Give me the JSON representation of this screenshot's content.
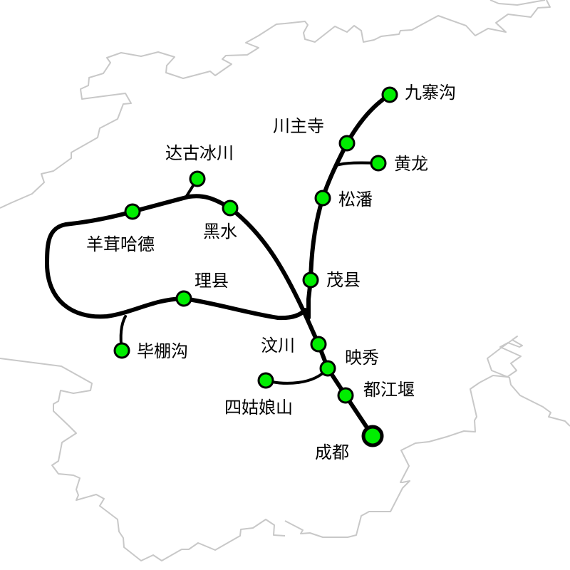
{
  "map": {
    "colors": {
      "station_fill": "#00ee00",
      "station_stroke": "#000000",
      "route": "#000000",
      "border": "#c8c8c8",
      "background": "#ffffff"
    },
    "stations": [
      {
        "id": "jiuzhaigou",
        "name": "九寨沟"
      },
      {
        "id": "chuanzhusi",
        "name": "川主寺"
      },
      {
        "id": "huanglong",
        "name": "黄龙"
      },
      {
        "id": "songpan",
        "name": "松潘"
      },
      {
        "id": "maoxian",
        "name": "茂县"
      },
      {
        "id": "wenchuan",
        "name": "汶川"
      },
      {
        "id": "yingxiu",
        "name": "映秀"
      },
      {
        "id": "dujiangyan",
        "name": "都江堰"
      },
      {
        "id": "chengdu",
        "name": "成都"
      },
      {
        "id": "siguniangshan",
        "name": "四姑娘山"
      },
      {
        "id": "dagubingchuan",
        "name": "达古冰川"
      },
      {
        "id": "heishui",
        "name": "黑水"
      },
      {
        "id": "yangronghade",
        "name": "羊茸哈德"
      },
      {
        "id": "lixian",
        "name": "理县"
      },
      {
        "id": "bipenggou",
        "name": "毕棚沟"
      }
    ]
  }
}
